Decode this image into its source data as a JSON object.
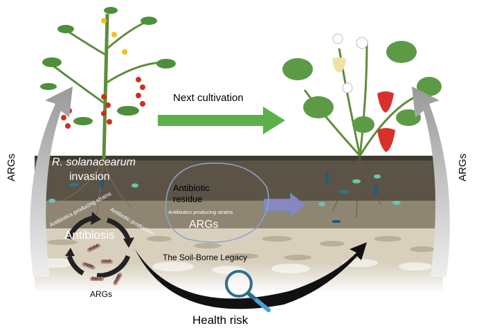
{
  "labels": {
    "next_cultivation": "Next cultivation",
    "args_left": "ARGs",
    "args_right": "ARGs",
    "pathogen_name": "R. solanacearum",
    "pathogen_invasion": "invasion",
    "antibiotics_producing_strains_curved": "Antibiotics producing strains",
    "antibiotic_production": "Antibiotic production",
    "antibiosis": "Antibiosis",
    "args_bottom": "ARGs",
    "antibiotic_residue": "Antibiotic residue",
    "antibiotics_producing_strains": "Antibiotics producing strains",
    "args_center": "ARGs",
    "soil_borne_legacy": "The Soil-Borne Legacy",
    "health_risk": "Health risk"
  },
  "genes": [
    "msbA",
    "rosA",
    "mdtK",
    "bacA",
    "mdtB"
  ],
  "colors": {
    "arrow_green": "#5bb04a",
    "arrow_purple": "#8a86c4",
    "soil_dark": "#5b5446",
    "soil_mid": "#8e8673",
    "soil_light": "#d8d0bd",
    "magnifier": "#2e6c8c"
  }
}
